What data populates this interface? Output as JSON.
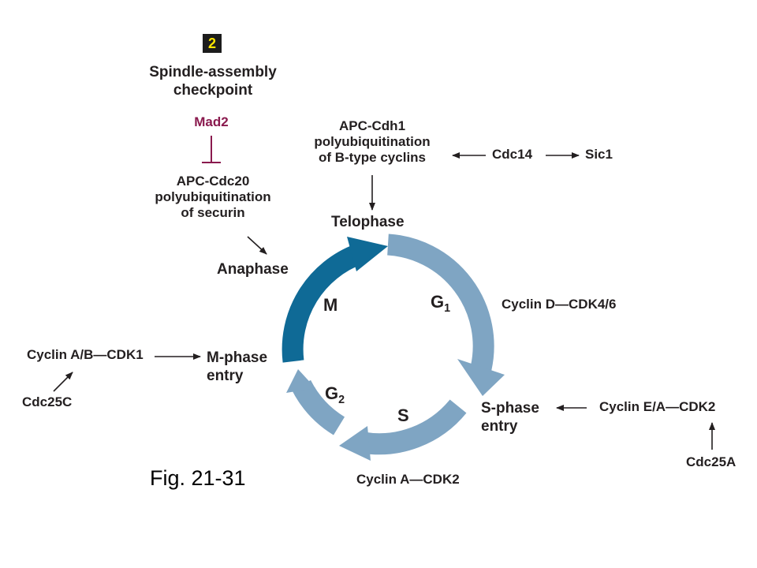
{
  "checkpoint": {
    "badge": "2",
    "title_line1": "Spindle-assembly",
    "title_line2": "checkpoint",
    "inhibitor": "Mad2",
    "apc_cdc20_line1": "APC-Cdc20",
    "apc_cdc20_line2": "polyubiquitination",
    "apc_cdc20_line3": "of securin"
  },
  "telophase_branch": {
    "apc_cdh1_line1": "APC-Cdh1",
    "apc_cdh1_line2": "polyubiquitination",
    "apc_cdh1_line3": "of B-type cyclins",
    "cdc14": "Cdc14",
    "sic1": "Sic1"
  },
  "cycle": {
    "telophase": "Telophase",
    "anaphase": "Anaphase",
    "m": "M",
    "g1": "G",
    "g1_sub": "1",
    "g2": "G",
    "g2_sub": "2",
    "s": "S",
    "m_phase_entry_line1": "M-phase",
    "m_phase_entry_line2": "entry",
    "s_phase_entry_line1": "S-phase",
    "s_phase_entry_line2": "entry"
  },
  "regulators": {
    "cyclin_d": "Cyclin D—CDK4/6",
    "cyclin_ab": "Cyclin A/B—CDK1",
    "cdc25c": "Cdc25C",
    "cyclin_ea": "Cyclin E/A—CDK2",
    "cdc25a": "Cdc25A",
    "cyclin_a": "Cyclin A—CDK2"
  },
  "caption": "Fig. 21-31",
  "colors": {
    "m_arc": "#0f6a96",
    "cycle_arc": "#7fa5c3",
    "inhibitor": "#8a1a4e",
    "text": "#231f20",
    "badge_bg": "#1c1c1c",
    "badge_text": "#ffe600"
  }
}
